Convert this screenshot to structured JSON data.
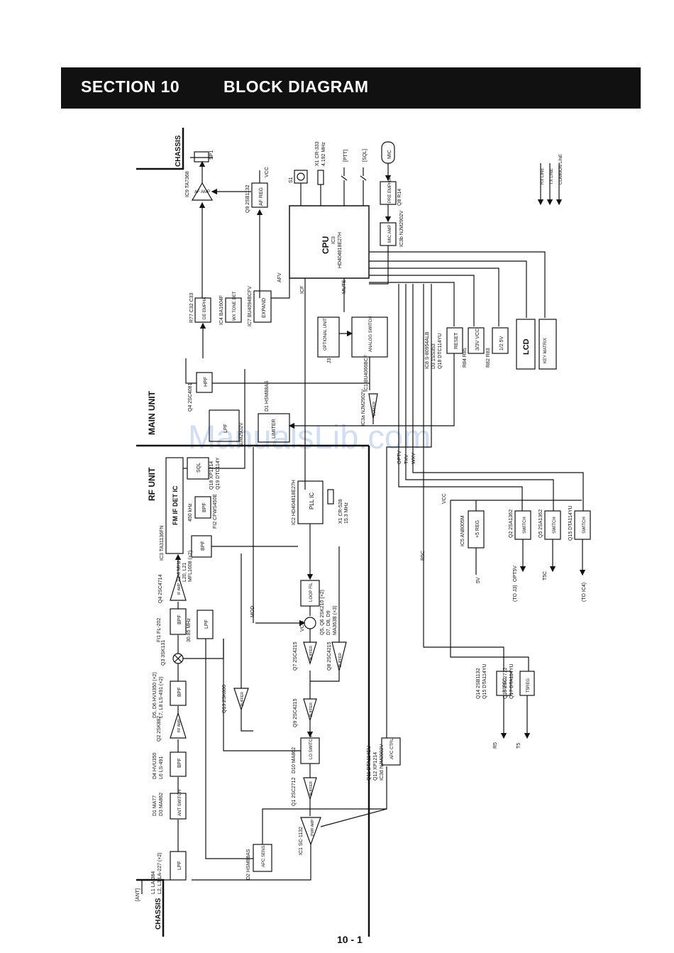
{
  "header": {
    "section": "SECTION  10",
    "title": "BLOCK DIAGRAM"
  },
  "footer": {
    "page": "10 - 1"
  },
  "watermark": "ManualsLib.com",
  "labels": {
    "chassis_top": "CHASSIS",
    "chassis_bottom": "CHASSIS",
    "main_unit": "MAIN UNIT",
    "rf_unit": "RF UNIT",
    "ant": "[ANT]",
    "sp": "SP1",
    "s1": "S1",
    "x1": "X1 CR-333",
    "x1_freq": "4.192 MHz",
    "ptt": "[PTT]",
    "sql": "[SQL]",
    "mic": "MIC",
    "vcc_top": "VCC",
    "vcc_mid": "VCC",
    "afv": "AFV",
    "icf": "ICF",
    "mute": "MUTE",
    "optv": "OPTV",
    "txv": "TXV",
    "wxv": "WXV",
    "r5c": "R5C",
    "mod": "MOD",
    "vco": "VCO",
    "j3": "J3",
    "hz450": "450 kHz",
    "mhz30": "30.85 MHz"
  },
  "legend": {
    "rx": "RX LINE",
    "tx": "TX LINE",
    "common": "COMMON LINE"
  },
  "blocks": {
    "cpu": {
      "name": "CPU",
      "ref": "IC3",
      "part": "HD404818E27H"
    },
    "pll": {
      "name": "PLL IC",
      "ref": "IC2 HD404818E27H"
    },
    "x1pll": {
      "a": "X1 CR-528",
      "b": "15.3 MHz"
    },
    "loop_fil": "LOOP FIL",
    "af_amp": "AF AMP",
    "ic9": "IC9 TA7368",
    "af_reg": "AF REG",
    "q9af": "Q9 2SB1132",
    "pre_empha": "PRE EMPHA",
    "q8r14": "Q8 R14",
    "mic_amp": "MIC AMP",
    "ic3b": "IC3b NJM2902V",
    "de_empha": "DE EMPHA",
    "de_parts": "R77 C32 C33",
    "wx_tone": "WX TONE DET",
    "ic4": "IC4 BA1604F",
    "expand": "EXPAND",
    "ic7": "IC7 BU4094BCFV",
    "optional_unit": "OPTIONAL UNIT",
    "analog_switch": "ANALOG SWITCH",
    "ic1": "IC1 BU4066BCF",
    "reset": "RESET",
    "reset_parts": [
      "IC8 S-80954ALB",
      "D3 1SS353",
      "Q18 DTC114YU"
    ],
    "vcc_3v": "3/3V VCC",
    "r84": "R84 R85",
    "half5v": "1/2 5V",
    "r82": "R82 R83",
    "lcd": "LCD",
    "key_matrix": "KEY MATRIX",
    "hpf": "HPF",
    "q4hpf": "Q4 2SC4081",
    "buffer_ic3a": "BUFFER",
    "ic3a": "IC3a NJM2902V",
    "limiter": "LIMITER",
    "d1lim": "D1 HSM88AS",
    "lpf_main": "LPF",
    "njm_lpf": "NJM2902V",
    "sql": "SQL",
    "q18sql": [
      "Q18 XP1214",
      "Q19 DTC114Y"
    ],
    "fm_if": "FM IF DET IC",
    "ic3rf": "IC3 TA31136FN",
    "bpf_450": "BPF",
    "fi2": "FI2 CFWS450E",
    "bpf_if2": "BPF",
    "mfl": "MFL1608 (×2)",
    "l21": "21.4 MHz",
    "l20": "L20, L21",
    "if_amp": "IF AMP",
    "q4rf": "Q4 2SC4714",
    "bpf_fi1": "BPF",
    "fi1": "FI1 FL-202",
    "q3mix": "Q3 3SK131",
    "bpf_d5": "BPF",
    "d5": "D5, D6 HVU350 (×2)",
    "l7": "L7, L8 LS-491 (×2)",
    "rf_amp": "RF AMP",
    "q2": "Q2 2SK882",
    "bpf_d4": "BPF",
    "d4": "D4 HVU350",
    "l6": "L6 LS-491",
    "ant_switch": "ANT SWITCH",
    "d1ant": "D1 MA77",
    "d3ant": "D3 MA862",
    "lpf_ant": "LPF",
    "l1": "L1 LA-384",
    "l2": "L2, L3 LA-227 (×2)",
    "apc_sens": "APC SENS",
    "d2apc": "D2 HSM88AS",
    "pwr_amp": "PWR AMP",
    "ic1rf": "IC1 SC-1132",
    "buffer_q1": "BUFFER",
    "q1": "Q1 2SC2712",
    "lo_switch": "LO SWITCH",
    "d10": "D10 MA862",
    "buffer_q9": "BUFFER",
    "q9rf": "Q9 2SC4215",
    "buffer_q7": "BUFFER",
    "q7": "Q7 2SC4215",
    "buffer_q8": "BUFFER",
    "q8": "Q8 2SC4215",
    "vco_parts": [
      "Q5, Q6 2SK210 (×2)",
      "D7, D8, D9",
      "MA363B (×3)"
    ],
    "buffer_q13": "BUFFER",
    "q13": "Q13 2SK880",
    "lpf_rf": "LPF",
    "apc_ctrl": "APC CTRL",
    "q11": [
      "Q11 DTA114EU",
      "Q12 XP1214",
      "IC3d NJM2902V"
    ],
    "reg5v": "+5 REG",
    "ic5": "IC5 AN8005M",
    "sw_q2": "SWITCH",
    "q2sw": "Q2 2SA1362",
    "sw_q5": "SWITCH",
    "q5sw": "Q5 2SA1362",
    "sw_q15": "SWITCH",
    "q15sw": "Q15 DTA114YU",
    "r5reg": "R5REG",
    "q14": [
      "Q14 2SB1132",
      "Q15 DTA114YU"
    ],
    "t5reg": "T5REG",
    "q16": [
      "Q16 2SC2712",
      "Q17 DTA114YU"
    ],
    "out_5v": "5V",
    "out_opt": "OPT5V",
    "out_to_j3": "(TO J3)",
    "out_t5c": "T5C",
    "out_to_ic4": "(TO IC4)",
    "out_r5": "R5",
    "out_t5": "T5"
  }
}
